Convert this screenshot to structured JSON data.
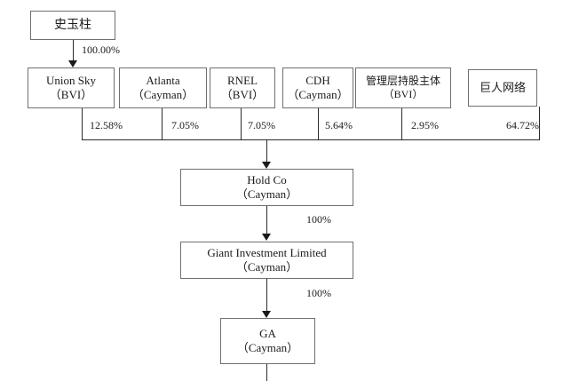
{
  "diagram": {
    "type": "org-ownership-chart",
    "title_visible": false,
    "background": "#ffffff",
    "line_color": "#2b2b2b",
    "box_border_color": "#6f6f6f",
    "text_color": "#1a1a1a",
    "nodes": [
      {
        "id": "shi",
        "line1": "史玉柱",
        "line2": ""
      },
      {
        "id": "union",
        "line1": "Union Sky",
        "line2": "（BVI）"
      },
      {
        "id": "atlanta",
        "line1": "Atlanta",
        "line2": "（Cayman）"
      },
      {
        "id": "rnel",
        "line1": "RNEL",
        "line2": "（BVI）"
      },
      {
        "id": "cdh",
        "line1": "CDH",
        "line2": "（Cayman）"
      },
      {
        "id": "mgmt",
        "line1": "管理层持股主体",
        "line2": "（BVI）"
      },
      {
        "id": "giantnet",
        "line1": "巨人网络",
        "line2": ""
      },
      {
        "id": "holdco",
        "line1": "Hold Co",
        "line2": "（Cayman）"
      },
      {
        "id": "gil",
        "line1": "Giant Investment Limited",
        "line2": "（Cayman）"
      },
      {
        "id": "ga",
        "line1": "GA",
        "line2": "（Cayman）"
      }
    ],
    "edges": [
      {
        "from": "shi",
        "to": "union",
        "label": "100.00%"
      },
      {
        "from": "union",
        "to": "holdco",
        "label": "12.58%"
      },
      {
        "from": "atlanta",
        "to": "holdco",
        "label": "7.05%"
      },
      {
        "from": "rnel",
        "to": "holdco",
        "label": "7.05%"
      },
      {
        "from": "cdh",
        "to": "holdco",
        "label": "5.64%"
      },
      {
        "from": "mgmt",
        "to": "holdco",
        "label": "2.95%"
      },
      {
        "from": "giantnet",
        "to": "holdco",
        "label": "64.72%"
      },
      {
        "from": "holdco",
        "to": "gil",
        "label": "100%"
      },
      {
        "from": "gil",
        "to": "ga",
        "label": "100%"
      }
    ]
  }
}
